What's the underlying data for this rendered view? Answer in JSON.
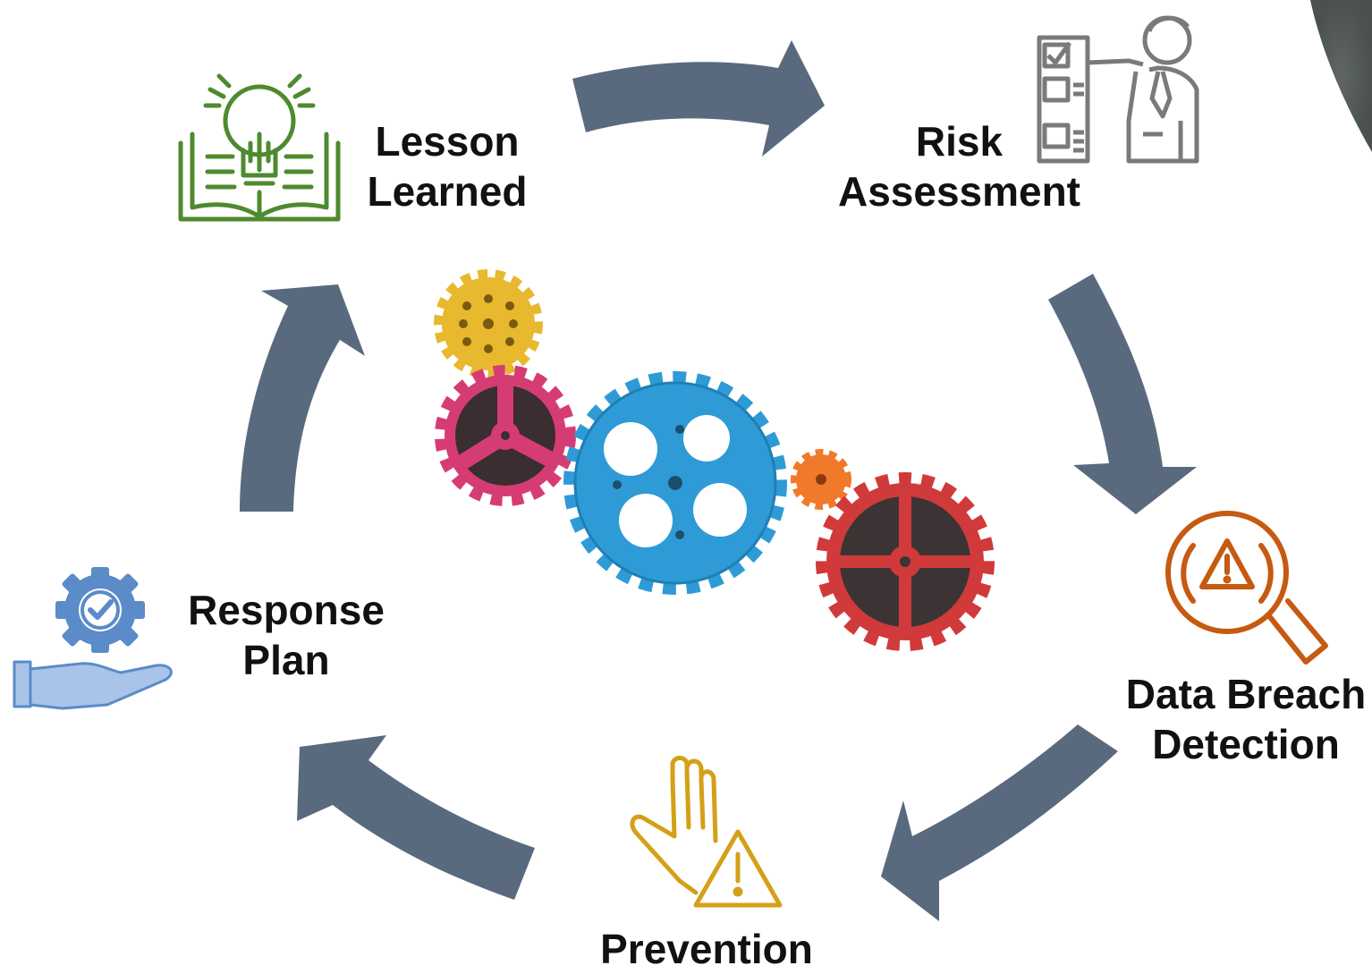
{
  "stages": [
    {
      "id": "lesson",
      "lines": [
        "Lesson",
        "Learned"
      ],
      "icon": "lightbulb-book-icon",
      "icon_color": "#4E8A2E"
    },
    {
      "id": "risk",
      "lines": [
        "Risk",
        "Assessment"
      ],
      "icon": "presenter-checklist-icon",
      "icon_color": "#7A7A7A"
    },
    {
      "id": "detection",
      "lines": [
        "Data Breach",
        "Detection"
      ],
      "icon": "magnifier-warning-icon",
      "icon_color": "#C55A11"
    },
    {
      "id": "prevention",
      "lines": [
        "Prevention"
      ],
      "icon": "hand-warning-icon",
      "icon_color": "#D4A017"
    },
    {
      "id": "response",
      "lines": [
        "Response",
        "Plan"
      ],
      "icon": "hand-gear-check-icon",
      "icon_color": "#5B8BC9"
    }
  ],
  "arrow_color": "#5A6A7E",
  "center_image": "colorful-gears-icon",
  "gear_colors": {
    "yellow": "#E8B92E",
    "pink": "#D63C74",
    "blue": "#2E9BD6",
    "orange": "#F07A2A",
    "red": "#D13A3A"
  }
}
